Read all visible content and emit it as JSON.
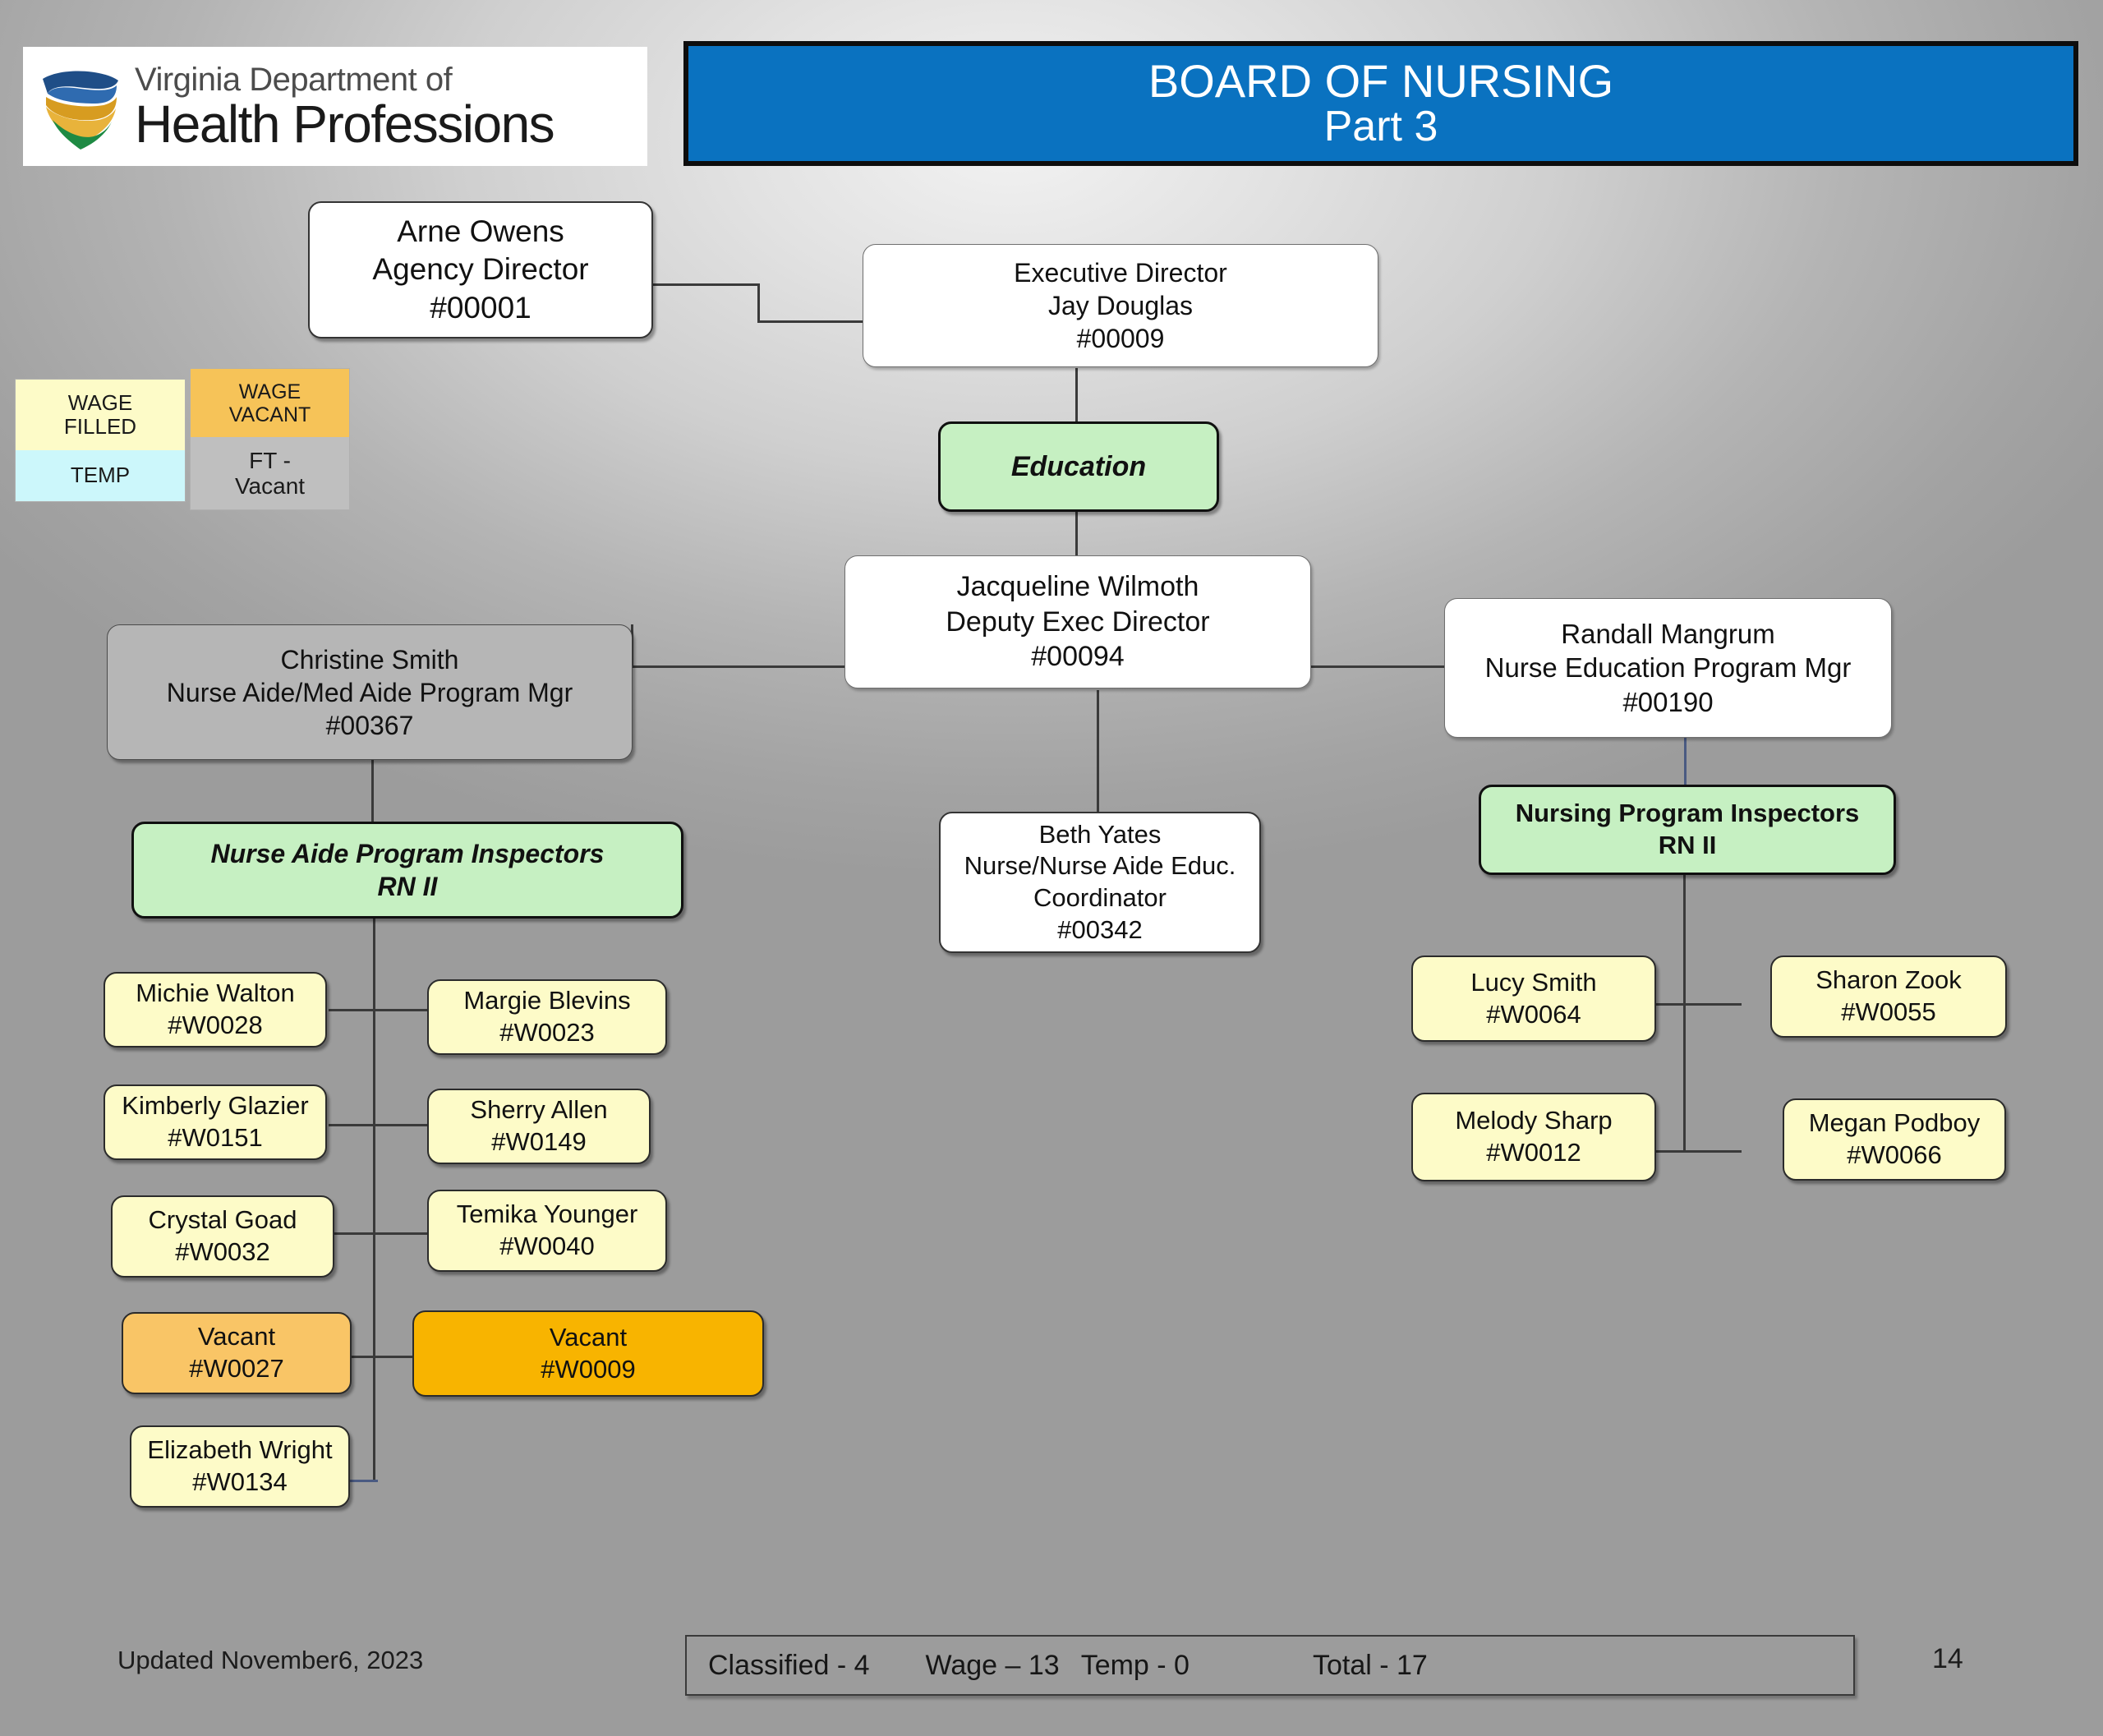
{
  "logo": {
    "line1": "Virginia Department of",
    "line2": "Health Professions",
    "icon": "vdhp-shield-logo"
  },
  "title": {
    "line1": "BOARD OF NURSING",
    "line2": "Part 3",
    "banner_color": "#0a72c0",
    "text_color": "#ffffff"
  },
  "legend": {
    "wage_filled": "WAGE\nFILLED",
    "wage_filled_label": "WAGE FILLED",
    "temp": "TEMP",
    "wage_vacant": "WAGE VACANT",
    "ft_vacant": "FT - Vacant",
    "colors": {
      "wage_filled": "#fdfbc8",
      "temp": "#ccf7fb",
      "wage_vacant": "#f6c358",
      "ft_vacant": "#bfbfbf"
    }
  },
  "nodes": {
    "agency_director": {
      "name": "Arne Owens",
      "title": "Agency Director",
      "id": "#00001",
      "type": "classified"
    },
    "executive_director": {
      "title": "Executive Director",
      "name": "Jay Douglas",
      "id": "#00009",
      "type": "classified"
    },
    "education": {
      "label": "Education",
      "type": "group-header"
    },
    "deputy_exec_director": {
      "name": "Jacqueline Wilmoth",
      "title": "Deputy Exec Director",
      "id": "#00094",
      "type": "classified"
    },
    "nurse_aide_med_aide_mgr": {
      "name": "Christine Smith",
      "title": "Nurse Aide/Med Aide Program  Mgr",
      "id": "#00367",
      "type": "ft-vacant"
    },
    "nurse_education_program_mgr": {
      "name": "Randall Mangrum",
      "title": "Nurse Education Program Mgr",
      "id": "#00190",
      "type": "classified"
    },
    "nurse_aide_educ_coordinator": {
      "name": "Beth Yates",
      "title_line1": "Nurse/Nurse Aide Educ.",
      "title_line2": "Coordinator",
      "id": "#00342",
      "type": "classified"
    },
    "nurse_aide_program_inspectors": {
      "line1": "Nurse Aide Program Inspectors",
      "line2": "RN II",
      "type": "group-header"
    },
    "nursing_program_inspectors": {
      "line1": "Nursing Program Inspectors",
      "line2": "RN II",
      "type": "group-header"
    }
  },
  "nurse_aide_inspectors_staff": [
    {
      "name": "Michie Walton",
      "id": "#W0028",
      "type": "wage-filled",
      "column": "left"
    },
    {
      "name": "Margie Blevins",
      "id": "#W0023",
      "type": "wage-filled",
      "column": "right"
    },
    {
      "name": "Kimberly Glazier",
      "id": "#W0151",
      "type": "wage-filled",
      "column": "left"
    },
    {
      "name": "Sherry Allen",
      "id": "#W0149",
      "type": "wage-filled",
      "column": "right"
    },
    {
      "name": "Crystal Goad",
      "id": "#W0032",
      "type": "wage-filled",
      "column": "left"
    },
    {
      "name": "Temika Younger",
      "id": "#W0040",
      "type": "wage-filled",
      "column": "right"
    },
    {
      "name": "Vacant",
      "id": "#W0027",
      "type": "wage-vacant",
      "column": "left"
    },
    {
      "name": "Vacant",
      "id": "#W0009",
      "type": "wage-vacant-strong",
      "column": "right"
    },
    {
      "name": "Elizabeth Wright",
      "id": "#W0134",
      "type": "wage-filled",
      "column": "left"
    }
  ],
  "nursing_inspectors_staff": [
    {
      "name": "Lucy Smith",
      "id": "#W0064",
      "type": "wage-filled",
      "column": "left"
    },
    {
      "name": "Sharon Zook",
      "id": "#W0055",
      "type": "wage-filled",
      "column": "right"
    },
    {
      "name": "Melody Sharp",
      "id": "#W0012",
      "type": "wage-filled",
      "column": "left"
    },
    {
      "name": "Megan Podboy",
      "id": "#W0066",
      "type": "wage-filled",
      "column": "right"
    }
  ],
  "footer": {
    "updated": "Updated November6, 2023",
    "classified": "Classified - 4",
    "wage": "Wage – 13",
    "temp": "Temp - 0",
    "total": "Total - 17",
    "page": "14"
  }
}
